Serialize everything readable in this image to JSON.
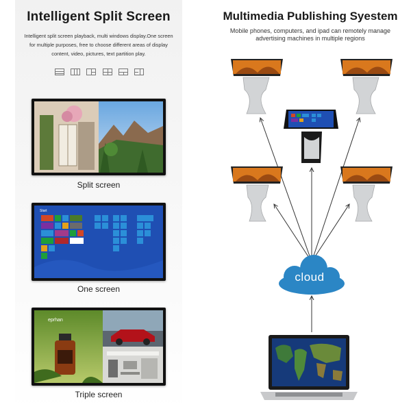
{
  "left": {
    "title": "Intelligent Split Screen",
    "description": "Intelligent split screen playback, multi windows display.One screen for multiple purposes, free to choose different areas of display content, video, pictures, text partition play.",
    "screens": [
      {
        "caption": "Split screen"
      },
      {
        "caption": "One screen",
        "start_label": "Start"
      },
      {
        "caption": "Triple screen",
        "brand": "eprhan"
      }
    ]
  },
  "right": {
    "title": "Multimedia Publishing Syestem",
    "description": "Mobile phones, computers, and ipad can remotely manage advertising machines in multiple regions",
    "cloud_label": "cloud"
  },
  "colors": {
    "cloud": "#2b86c5",
    "arrow": "#333333",
    "win_bg": "#1f4fb3"
  },
  "icons": [
    "layout-1-icon",
    "layout-2-icon",
    "layout-3-icon",
    "layout-4-icon",
    "layout-5-icon",
    "layout-6-icon"
  ]
}
